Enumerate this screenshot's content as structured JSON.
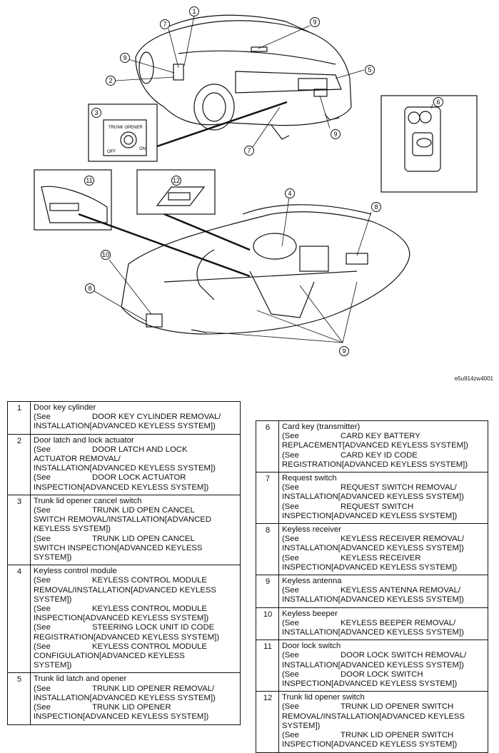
{
  "figure": {
    "code": "e5u914zw4001",
    "trunk_opener_label": "TRUNK OPENER",
    "off_label": "OFF",
    "on_label": "ON",
    "callouts": [
      "1",
      "2",
      "3",
      "4",
      "5",
      "6",
      "7",
      "7",
      "8",
      "8",
      "9",
      "9",
      "9",
      "9",
      "10",
      "11",
      "12"
    ]
  },
  "components": [
    {
      "num": "1",
      "name": "Door key cylinder",
      "refs": [
        {
          "see": "(See",
          "title": "DOOR KEY CYLINDER REMOVAL/",
          "cont": [
            "INSTALLATION[ADVANCED KEYLESS SYSTEM])"
          ]
        }
      ]
    },
    {
      "num": "2",
      "name": "Door latch and lock actuator",
      "refs": [
        {
          "see": "(See",
          "title": "DOOR LATCH AND LOCK",
          "cont": [
            "ACTUATOR REMOVAL/",
            "INSTALLATION[ADVANCED KEYLESS SYSTEM])"
          ]
        },
        {
          "see": "(See",
          "title": "DOOR LOCK ACTUATOR",
          "cont": [
            "INSPECTION[ADVANCED KEYLESS SYSTEM])"
          ]
        }
      ]
    },
    {
      "num": "3",
      "name": "Trunk lid opener cancel switch",
      "refs": [
        {
          "see": "(See",
          "title": "TRUNK LID OPEN CANCEL",
          "cont": [
            "SWITCH REMOVAL/INSTALLATION[ADVANCED",
            "KEYLESS SYSTEM])"
          ]
        },
        {
          "see": "(See",
          "title": "TRUNK LID OPEN CANCEL",
          "cont": [
            "SWITCH INSPECTION[ADVANCED KEYLESS",
            "SYSTEM])"
          ]
        }
      ]
    },
    {
      "num": "4",
      "name": "Keyless control module",
      "refs": [
        {
          "see": "(See",
          "title": "KEYLESS CONTROL MODULE",
          "cont": [
            "REMOVAL/INSTALLATION[ADVANCED KEYLESS",
            "SYSTEM])"
          ]
        },
        {
          "see": "(See",
          "title": "KEYLESS CONTROL MODULE",
          "cont": [
            "INSPECTION[ADVANCED KEYLESS SYSTEM])"
          ]
        },
        {
          "see": "(See",
          "title": "STEERING LOCK UNIT ID CODE",
          "cont": [
            "REGISTRATION[ADVANCED KEYLESS SYSTEM])"
          ]
        },
        {
          "see": "(See",
          "title": "KEYLESS CONTROL MODULE",
          "cont": [
            "CONFIGULATION[ADVANCED KEYLESS",
            "SYSTEM])"
          ]
        }
      ]
    },
    {
      "num": "5",
      "name": "Trunk lid latch and opener",
      "refs": [
        {
          "see": "(See",
          "title": "TRUNK LID OPENER REMOVAL/",
          "cont": [
            "INSTALLATION[ADVANCED KEYLESS SYSTEM])"
          ]
        },
        {
          "see": "(See",
          "title": "TRUNK LID OPENER",
          "cont": [
            "INSPECTION[ADVANCED KEYLESS SYSTEM])"
          ]
        }
      ]
    },
    {
      "num": "6",
      "name": "Card key (transmitter)",
      "refs": [
        {
          "see": "(See",
          "title": "CARD KEY BATTERY",
          "cont": [
            "REPLACEMENT[ADVANCED KEYLESS SYSTEM])"
          ]
        },
        {
          "see": "(See",
          "title": "CARD KEY ID CODE",
          "cont": [
            "REGISTRATION[ADVANCED KEYLESS SYSTEM])"
          ]
        }
      ]
    },
    {
      "num": "7",
      "name": "Request switch",
      "refs": [
        {
          "see": "(See",
          "title": "REQUEST SWITCH REMOVAL/",
          "cont": [
            "INSTALLATION[ADVANCED KEYLESS SYSTEM])"
          ]
        },
        {
          "see": "(See",
          "title": "REQUEST SWITCH",
          "cont": [
            "INSPECTION[ADVANCED KEYLESS SYSTEM])"
          ]
        }
      ]
    },
    {
      "num": "8",
      "name": "Keyless receiver",
      "refs": [
        {
          "see": "(See",
          "title": "KEYLESS RECEIVER REMOVAL/",
          "cont": [
            "INSTALLATION[ADVANCED KEYLESS SYSTEM])"
          ]
        },
        {
          "see": "(See",
          "title": "KEYLESS RECEIVER",
          "cont": [
            "INSPECTION[ADVANCED KEYLESS SYSTEM])"
          ]
        }
      ]
    },
    {
      "num": "9",
      "name": "Keyless antenna",
      "refs": [
        {
          "see": "(See",
          "title": "KEYLESS ANTENNA REMOVAL/",
          "cont": [
            "INSTALLATION[ADVANCED KEYLESS SYSTEM])"
          ]
        }
      ]
    },
    {
      "num": "10",
      "name": "Keyless beeper",
      "refs": [
        {
          "see": "(See",
          "title": "KEYLESS BEEPER REMOVAL/",
          "cont": [
            "INSTALLATION[ADVANCED KEYLESS SYSTEM])"
          ]
        }
      ]
    },
    {
      "num": "11",
      "name": "Door lock switch",
      "refs": [
        {
          "see": "(See",
          "title": "DOOR LOCK SWITCH REMOVAL/",
          "cont": [
            "INSTALLATION[ADVANCED KEYLESS SYSTEM])"
          ]
        },
        {
          "see": "(See",
          "title": "DOOR LOCK SWITCH",
          "cont": [
            "INSPECTION[ADVANCED KEYLESS SYSTEM])"
          ]
        }
      ]
    },
    {
      "num": "12",
      "name": "Trunk lid opener switch",
      "refs": [
        {
          "see": "(See",
          "title": "TRUNK LID OPENER SWITCH",
          "cont": [
            "REMOVAL/INSTALLATION[ADVANCED KEYLESS",
            "SYSTEM])"
          ]
        },
        {
          "see": "(See",
          "title": "TRUNK LID OPENER SWITCH",
          "cont": [
            "INSPECTION[ADVANCED KEYLESS SYSTEM])"
          ]
        }
      ]
    }
  ]
}
